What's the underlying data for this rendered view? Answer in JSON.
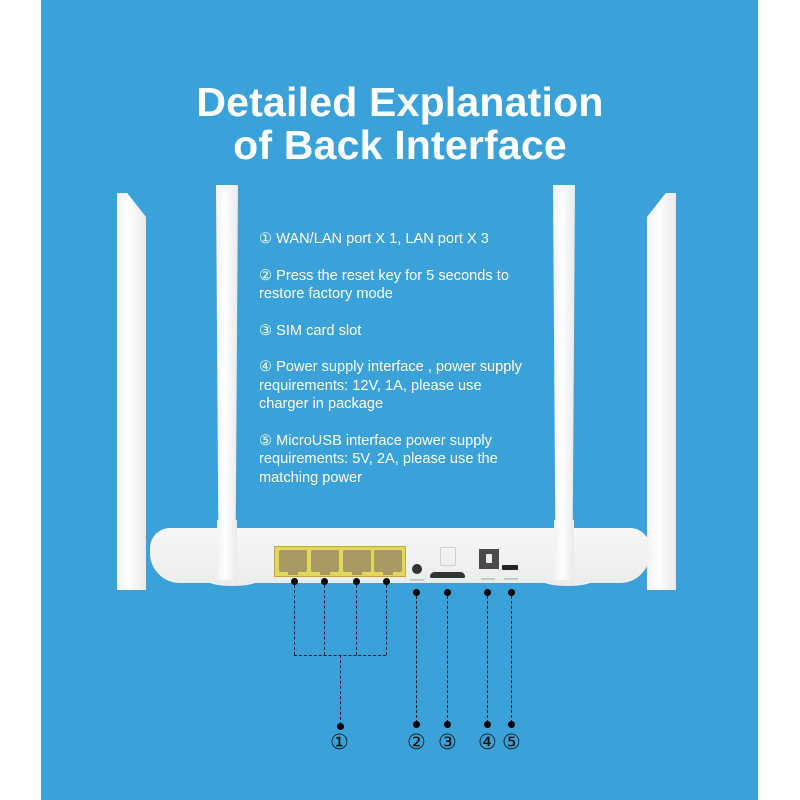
{
  "title": {
    "line1": "Detailed Explanation",
    "line2": "of Back Interface"
  },
  "colors": {
    "background_panel": "#3aa2d8",
    "outer_background": "#ffffff",
    "lan_block": "#e3d75a",
    "text": "#ffffff"
  },
  "descriptions": [
    {
      "number": "①",
      "text": "① WAN/LAN port X 1, LAN port X 3"
    },
    {
      "number": "②",
      "text": "② Press the reset key for 5 seconds to\n restore factory mode"
    },
    {
      "number": "③",
      "text": "③ SIM card slot"
    },
    {
      "number": "④",
      "text": "④ Power supply interface , power supply\nrequirements: 12V, 1A, please use\ncharger in package"
    },
    {
      "number": "⑤",
      "text": "⑤ MicroUSB interface power supply\nrequirements: 5V, 2A, please use the\nmatching power"
    }
  ],
  "callouts": [
    "①",
    "②",
    "③",
    "④",
    "⑤"
  ],
  "router": {
    "antennas": 4,
    "lan_ports": 4,
    "components": [
      "wan-lan-ports",
      "reset-button",
      "sim-card-slot",
      "power-jack",
      "micro-usb-port"
    ]
  }
}
